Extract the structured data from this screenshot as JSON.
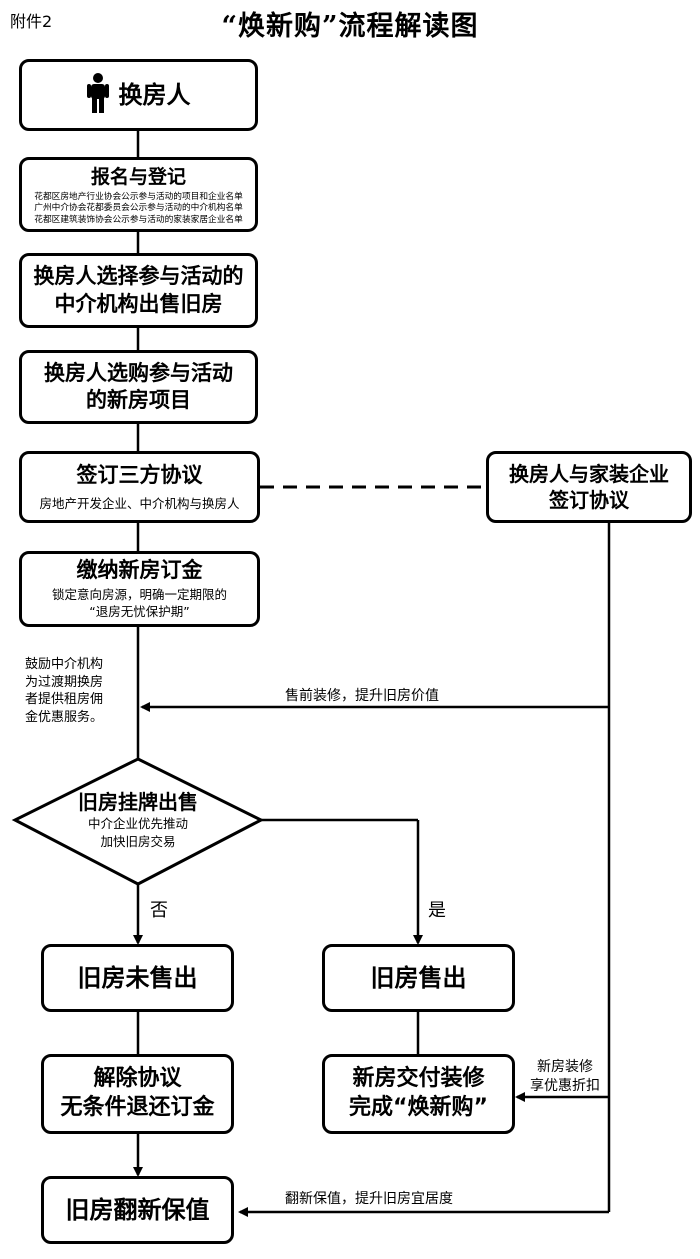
{
  "header": {
    "attachment": "附件2",
    "title": "“焕新购”流程解读图"
  },
  "nodes": {
    "start": {
      "label": "换房人",
      "icon": "person-icon"
    },
    "register": {
      "title": "报名与登记",
      "lines": [
        "花都区房地产行业协会公示参与活动的项目和企业名单",
        "广州中介协会花都委员会公示参与活动的中介机构名单",
        "花都区建筑装饰协会公示参与活动的家装家居企业名单"
      ]
    },
    "sell_agent": {
      "line1": "换房人选择参与活动的",
      "line2": "中介机构出售旧房"
    },
    "buy_new": {
      "line1": "换房人选购参与活动",
      "line2": "的新房项目"
    },
    "tripartite": {
      "title": "签订三方协议",
      "sub": "房地产开发企业、中介机构与换房人"
    },
    "decor_agreement": {
      "line1": "换房人与家装企业",
      "line2": "签订协议"
    },
    "deposit": {
      "title": "缴纳新房订金",
      "sub1": "锁定意向房源，明确一定期限的",
      "sub2": "“退房无忧保护期”"
    },
    "listing": {
      "title": "旧房挂牌出售",
      "sub1": "中介企业优先推动",
      "sub2": "加快旧房交易"
    },
    "unsold": {
      "label": "旧房未售出"
    },
    "sold": {
      "label": "旧房售出"
    },
    "cancel": {
      "line1": "解除协议",
      "line2": "无条件退还订金"
    },
    "deliver": {
      "line1": "新房交付装修",
      "line2": "完成“焕新购”"
    },
    "renovate": {
      "label": "旧房翻新保值"
    }
  },
  "annotations": {
    "agent_note": [
      "鼓励中介机构",
      "为过渡期换房",
      "者提供租房佣",
      "金优惠服务。"
    ],
    "presale": "售前装修，提升旧房价值",
    "no": "否",
    "yes": "是",
    "discount": [
      "新房装修",
      "享优惠折扣"
    ],
    "renovate_note": "翻新保值，提升旧房宜居度"
  }
}
